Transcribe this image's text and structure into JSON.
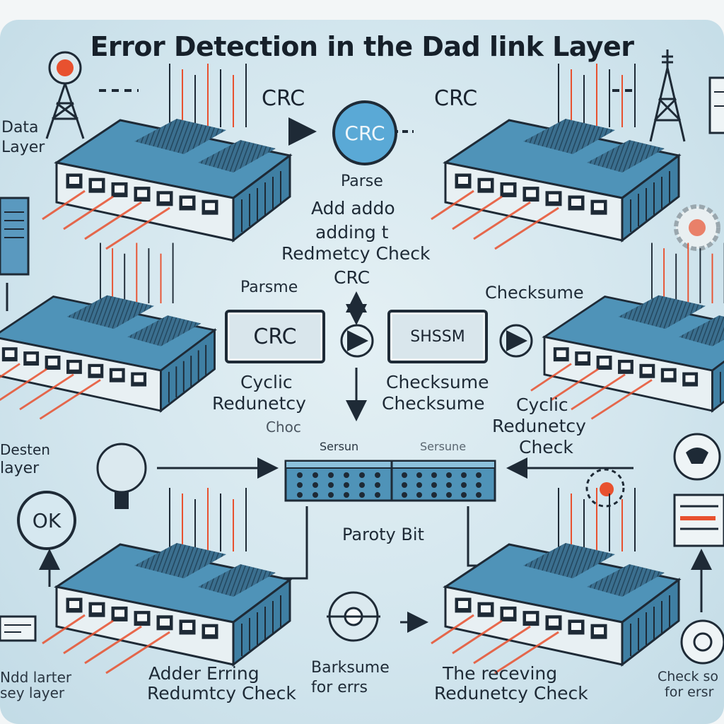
{
  "title": "Error Detection in the Dad link Layer",
  "top": {
    "crc_left": "CRC",
    "crc_right": "CRC",
    "crc_badge": "CRC"
  },
  "center": {
    "line1": "Parse",
    "line2": "Add addo",
    "line3": "adding t",
    "line4": "Redmetcy Check",
    "line5": "CRC"
  },
  "middle": {
    "parsme": "Parsme",
    "checksume_top": "Checksume",
    "crc_box": "CRC",
    "shssm_box": "SHSSM",
    "cyclic_left_1": "Cyclic",
    "cyclic_left_2": "Redunetcy",
    "cyclic_left_3": "Choc",
    "checksume_1": "Checksume",
    "checksume_2": "Checksume",
    "cyclic_right_1": "Cyclic",
    "cyclic_right_2": "Redunetcy",
    "cyclic_right_3": "Check",
    "sersun": "Sersun",
    "sersune": "Sersune",
    "parity": "Paroty Bit"
  },
  "side": {
    "left_top_1": "Data",
    "left_top_2": "Layer",
    "left_mid_1": "Desten",
    "left_mid_2": "layer",
    "ok_badge": "OK",
    "left_bottom_1": "Ndd larter",
    "left_bottom_2": "sey layer",
    "right_bottom_1": "Check so",
    "right_bottom_2": "for ersr"
  },
  "bottom": {
    "left_1": "Adder Erring",
    "left_2": "Redumtcy Check",
    "mid_1": "Barksume",
    "mid_2": "for errs",
    "right_1": "The receving",
    "right_2": "Redunetcy Check"
  },
  "colors": {
    "switch_body": "#4f93b8",
    "switch_front": "#e8f0f3",
    "accent_red": "#e8512f",
    "badge_blue": "#5aa9d6",
    "ink": "#1e2a36"
  }
}
